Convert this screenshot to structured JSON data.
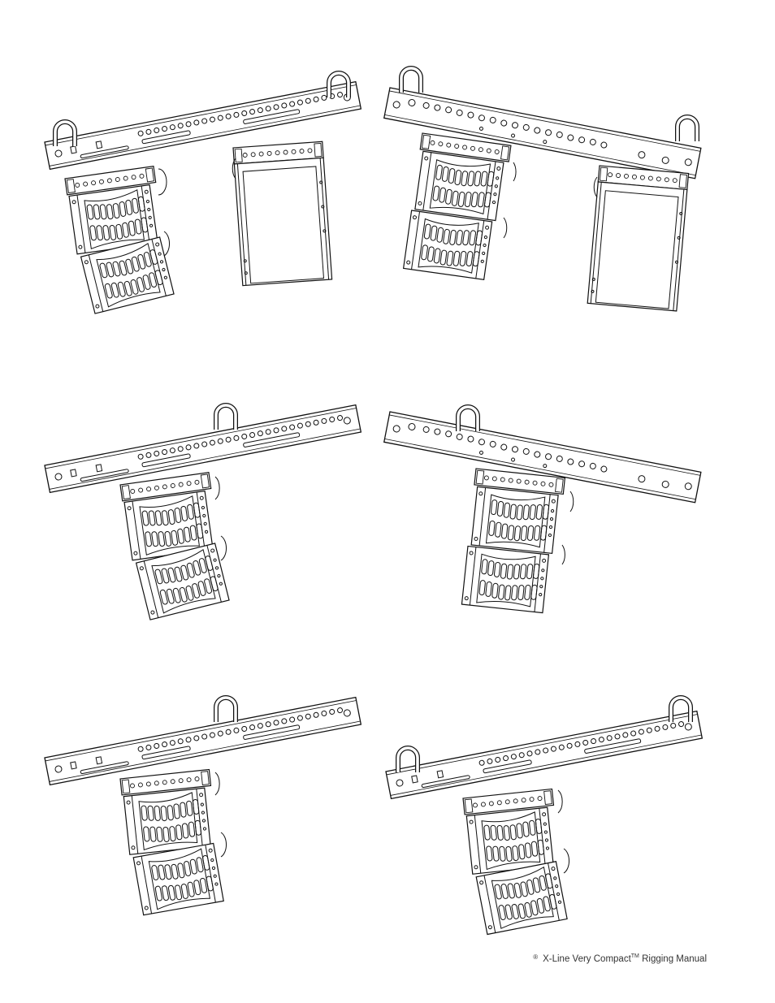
{
  "footer": {
    "brand_mark": "®",
    "title_part1": "X-Line Very Compact",
    "trademark": "TM",
    "title_part2": " Rigging Manual"
  },
  "figures": [
    {
      "name": "figure-top-left",
      "cabinets": 2
    },
    {
      "name": "figure-top-left-single",
      "cabinets": 1
    },
    {
      "name": "figure-top-right",
      "cabinets": 2
    },
    {
      "name": "figure-top-right-single",
      "cabinets": 1
    },
    {
      "name": "figure-middle-left",
      "cabinets": 2
    },
    {
      "name": "figure-middle-right",
      "cabinets": 2
    },
    {
      "name": "figure-bottom-left",
      "cabinets": 2
    },
    {
      "name": "figure-bottom-right",
      "cabinets": 2
    }
  ],
  "colors": {
    "line": "#111111",
    "background": "#ffffff"
  }
}
